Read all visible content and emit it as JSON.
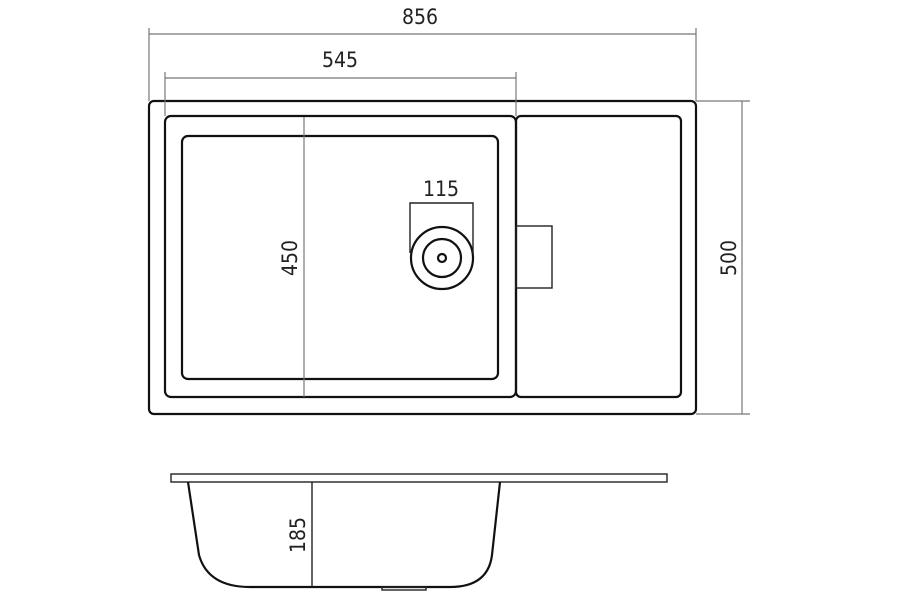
{
  "drawing": {
    "title": "Sink technical drawing",
    "units": "mm",
    "dimensions": {
      "overall_width": "856",
      "bowl_section_width": "545",
      "overall_depth": "500",
      "bowl_depth": "450",
      "drain_diameter": "115",
      "bowl_height": "185"
    }
  }
}
